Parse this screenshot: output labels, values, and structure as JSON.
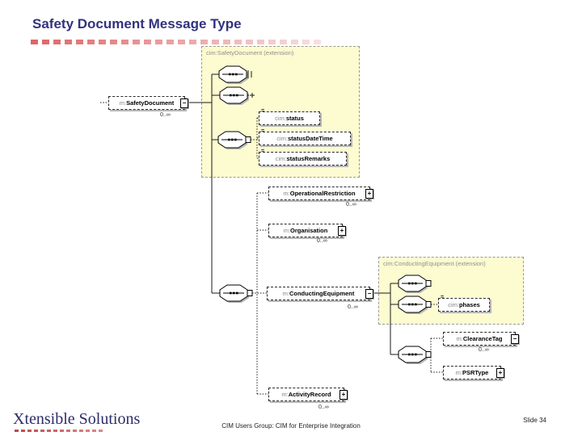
{
  "title": "Safety Document Message Type",
  "colors": {
    "title": "#32327e",
    "accent_dash": "#dd6565",
    "extension_bg": "#fdfbd0"
  },
  "icons": {
    "simple_content": "=",
    "expand": "+",
    "collapse": "−"
  },
  "diagram": {
    "extensions": {
      "safety_document": "cim:SafetyDocument (extension)",
      "conducting_equipment": "cim:ConductingEquipment (extension)"
    },
    "elements": {
      "safetyDocument": {
        "prefix": "m:",
        "name": "SafetyDocument",
        "cardinality": "0..∞",
        "expander": "−"
      },
      "status": {
        "prefix": "cim:",
        "name": "status"
      },
      "statusDateTime": {
        "prefix": "cim:",
        "name": "statusDateTime"
      },
      "statusRemarks": {
        "prefix": "cim:",
        "name": "statusRemarks"
      },
      "operationalRestriction": {
        "prefix": "m:",
        "name": "OperationalRestriction",
        "cardinality": "0..∞",
        "expander": "+"
      },
      "organisation": {
        "prefix": "m:",
        "name": "Organisation",
        "cardinality": "0..∞",
        "expander": "+"
      },
      "conductingEquipment": {
        "prefix": "m:",
        "name": "ConductingEquipment",
        "cardinality": "0..∞",
        "expander": "−"
      },
      "activityRecord": {
        "prefix": "m:",
        "name": "ActivityRecord",
        "cardinality": "0..∞",
        "expander": "+"
      },
      "phases": {
        "prefix": "cim:",
        "name": "phases"
      },
      "clearanceTag": {
        "prefix": "m:",
        "name": "ClearanceTag",
        "cardinality": "0..∞",
        "expander": "−"
      },
      "psrType": {
        "prefix": "m:",
        "name": "PSRType",
        "expander": "+"
      }
    }
  },
  "footer": {
    "logo": "Xtensible Solutions",
    "center": "CIM Users Group: CIM for Enterprise Integration",
    "slide_label": "Slide 34"
  }
}
